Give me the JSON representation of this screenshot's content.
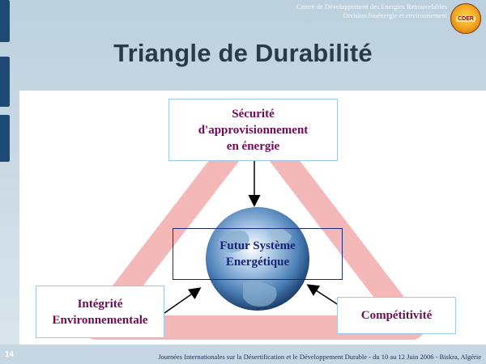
{
  "header": {
    "org_line1": "Centre de Développement des Energies Renouvelables",
    "org_line2": "Division bioénergie et environnement",
    "logo_text": "CDER"
  },
  "title": "Triangle de Durabilité",
  "diagram": {
    "top_box": [
      "Sécurité",
      "d'approvisionnement",
      "en énergie"
    ],
    "center_box": [
      "Futur Système",
      "Energétique"
    ],
    "left_box": [
      "Intégrité",
      "Environnementale"
    ],
    "right_box": "Compétitivité"
  },
  "colors": {
    "triangle": "#f5b8b8",
    "box_text": "#6d0b55",
    "center_text": "#1a1f7a",
    "left_bars": "#1f4a78"
  },
  "footer": {
    "page_number": "14",
    "text": "Journées Internationales sur la Désertification et le Développement Durable - du 10 au 12 Juin 2006 - Biskra, Algérie"
  }
}
